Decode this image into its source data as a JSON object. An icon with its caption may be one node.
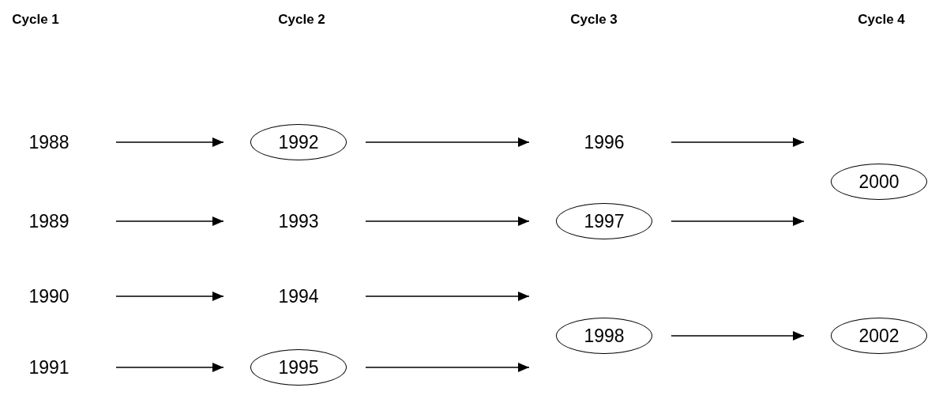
{
  "diagram": {
    "nodes": [
      {
        "text": [
          "1988"
        ]
      },
      {
        "text": [
          "1989"
        ]
      },
      {
        "text": [
          "1990"
        ]
      },
      {
        "text": [
          "1991"
        ]
      },
      {
        "text": [
          "1992"
        ]
      },
      {
        "text": [
          "1993"
        ]
      },
      {
        "text": [
          "1994"
        ]
      },
      {
        "text": [
          "1995"
        ]
      },
      {
        "text": [
          "1996"
        ]
      },
      {
        "text": [
          "1997"
        ]
      },
      {
        "text": [
          "1998"
        ]
      },
      {
        "text": [
          "2000"
        ]
      },
      {
        "text": [
          "2002"
        ]
      }
    ],
    "edges": [
      {
        "from": 0,
        "to": 4,
        "arrow": "to"
      },
      {
        "from": 1,
        "to": 5,
        "arrow": "to"
      },
      {
        "from": 2,
        "to": 6,
        "arrow": "to"
      },
      {
        "from": 3,
        "to": 7,
        "arrow": "to"
      },
      {
        "from": 4,
        "to": 8,
        "arrow": "to"
      },
      {
        "from": 5,
        "to": 9,
        "arrow": "to"
      },
      {
        "from": 6,
        "to": 10,
        "arrow": "to"
      },
      {
        "from": 7,
        "to": 10,
        "arrow": "to"
      },
      {
        "from": 8,
        "to": 11,
        "arrow": "to"
      },
      {
        "from": 9,
        "to": 11,
        "arrow": "to"
      },
      {
        "from": 10,
        "to": 12,
        "arrow": "to"
      }
    ],
    "labels": [
      "Cycle 1",
      "Cycle 2",
      "Cycle 3",
      "Cycle 4"
    ]
  }
}
